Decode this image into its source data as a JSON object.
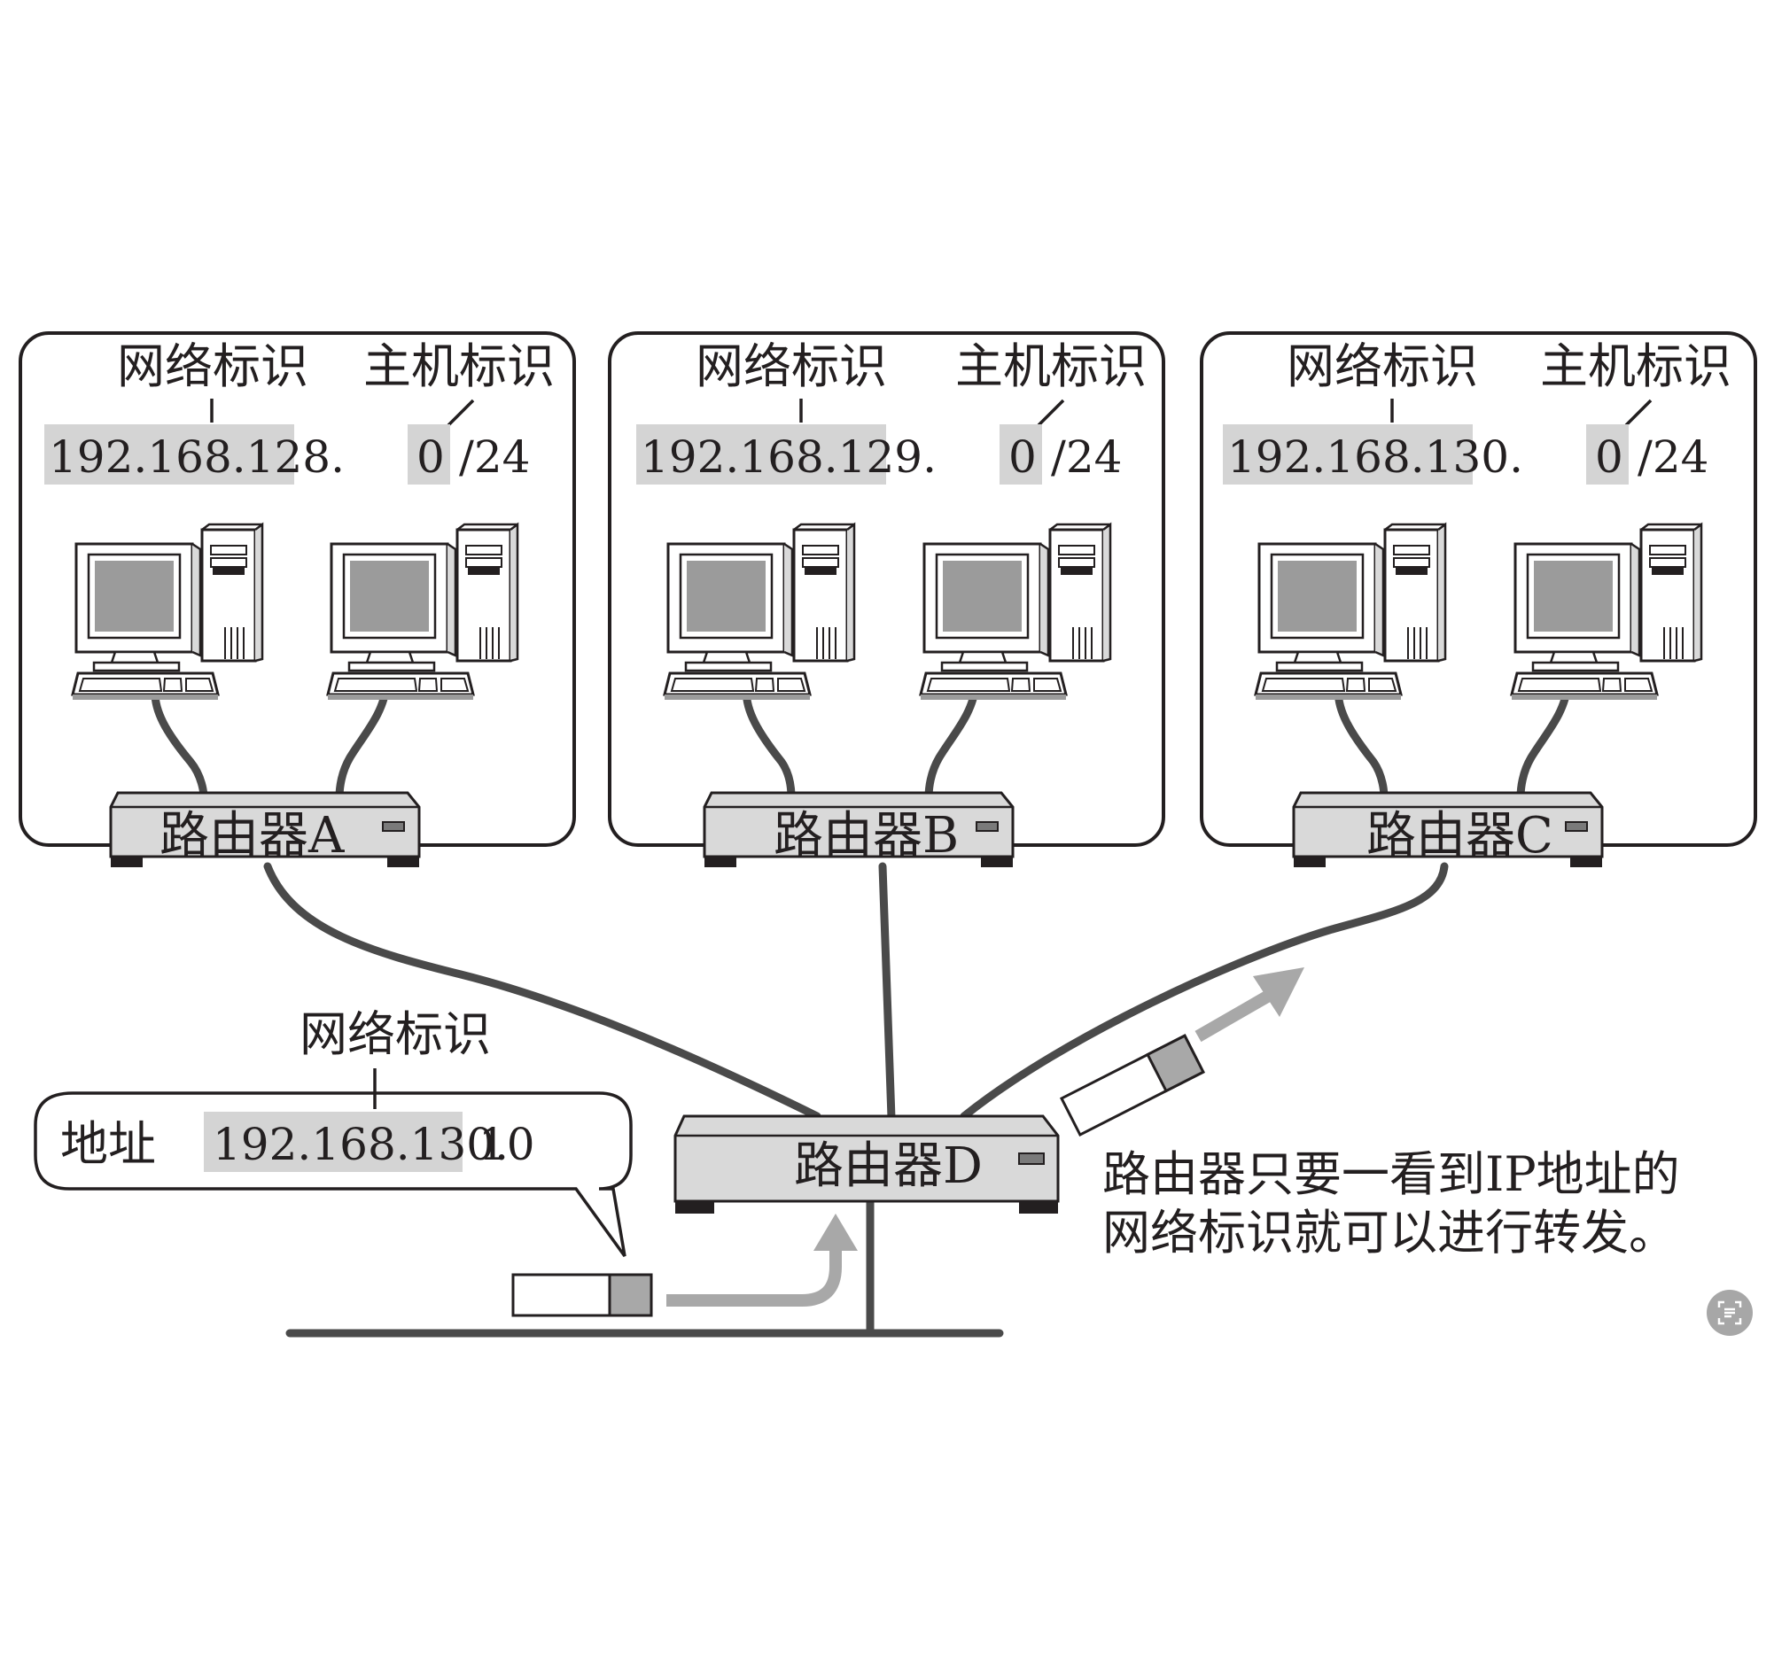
{
  "labels": {
    "network_id": "网络标识",
    "host_id": "主机标识",
    "address": "地址"
  },
  "networks": [
    {
      "network_part": "192.168.128.",
      "host_part": "0",
      "prefix": "/24",
      "router": "路由器A"
    },
    {
      "network_part": "192.168.129.",
      "host_part": "0",
      "prefix": "/24",
      "router": "路由器B"
    },
    {
      "network_part": "192.168.130.",
      "host_part": "0",
      "prefix": "/24",
      "router": "路由器C"
    }
  ],
  "router_d": "路由器D",
  "packet_address": {
    "network_part": "192.168.130.",
    "host_part": "10"
  },
  "note": [
    "路由器只要一看到IP地址的",
    "网络标识就可以进行转发。"
  ],
  "colors": {
    "highlight": "#d4d4d4",
    "wire": "#4a4a4a",
    "arrow": "#a8a8a8",
    "router_body": "#d9d9d9"
  },
  "icons": {
    "scan_button": "text-scan-icon"
  }
}
